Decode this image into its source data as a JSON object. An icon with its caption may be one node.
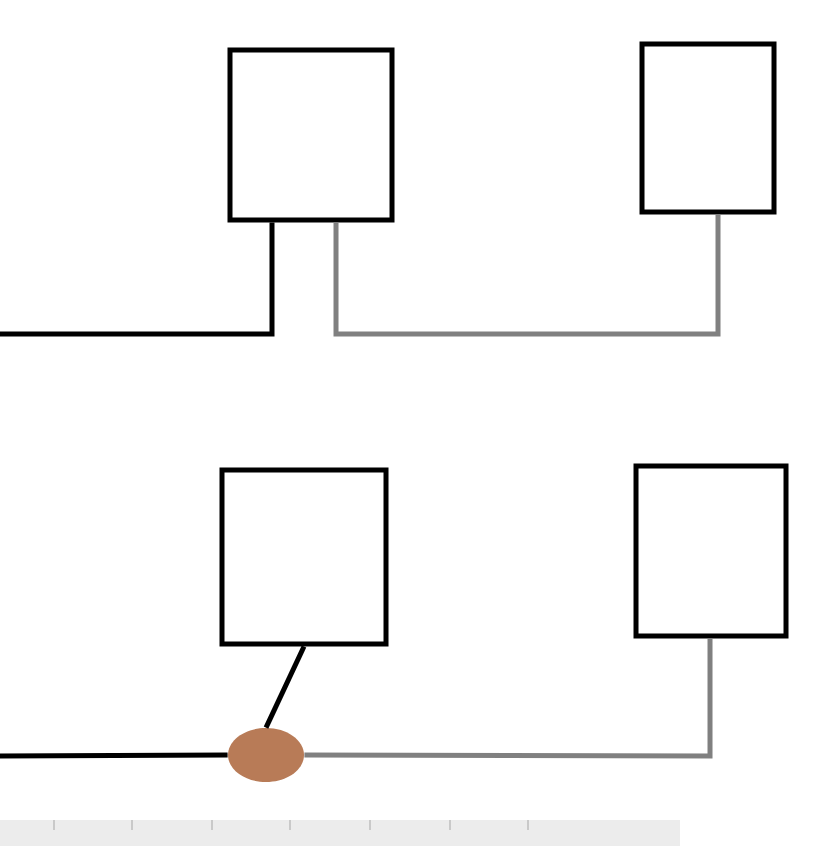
{
  "diagram": {
    "nodes": [
      {
        "text": [],
        "shape": "box"
      },
      {
        "text": [],
        "shape": "box"
      },
      {
        "text": [],
        "shape": "box"
      },
      {
        "text": [],
        "shape": "box"
      },
      {
        "text": [],
        "shape": "circle"
      }
    ],
    "edges": [
      {
        "from": null,
        "to": 0,
        "arrow": "none"
      },
      {
        "from": 0,
        "to": 1,
        "arrow": "none",
        "color": "#808080"
      },
      {
        "from": null,
        "to": 4,
        "arrow": "none"
      },
      {
        "from": 4,
        "to": 2,
        "arrow": "none"
      },
      {
        "from": 4,
        "to": 3,
        "arrow": "none",
        "color": "#808080"
      }
    ]
  }
}
